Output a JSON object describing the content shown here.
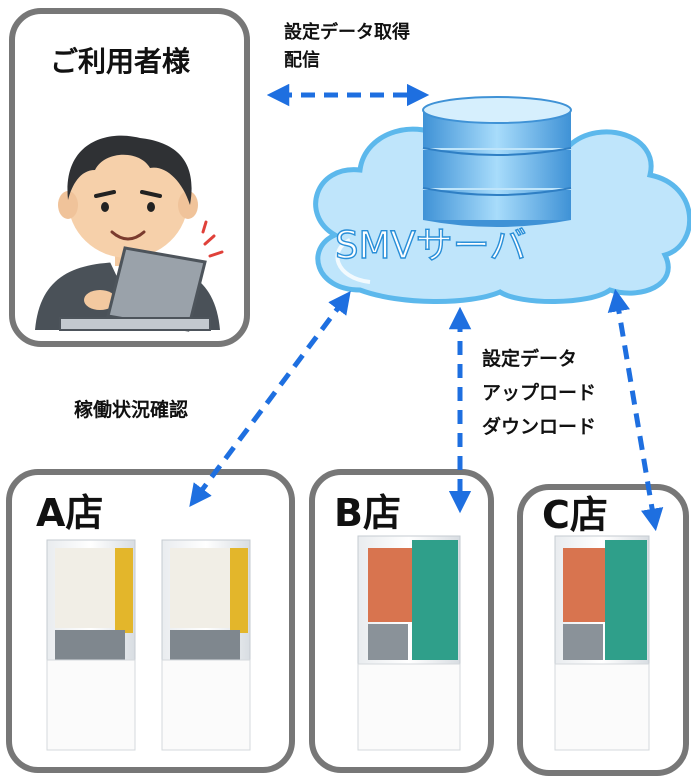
{
  "user_box": {
    "title": "ご利用者様"
  },
  "top_label": {
    "line1": "設定データ取得",
    "line2": "配信"
  },
  "server": {
    "label": "SMVサーバ"
  },
  "left_label": "稼働状況確認",
  "right_label": {
    "line1": "設定データ",
    "line2": "アップロード",
    "line3": "ダウンロード"
  },
  "stores": [
    {
      "name": "A店"
    },
    {
      "name": "B店"
    },
    {
      "name": "C店"
    }
  ],
  "colors": {
    "arrow": "#1e6fe0",
    "border": "#777777",
    "cloud": "#b9e2fa",
    "db": "#6fb9ea"
  }
}
